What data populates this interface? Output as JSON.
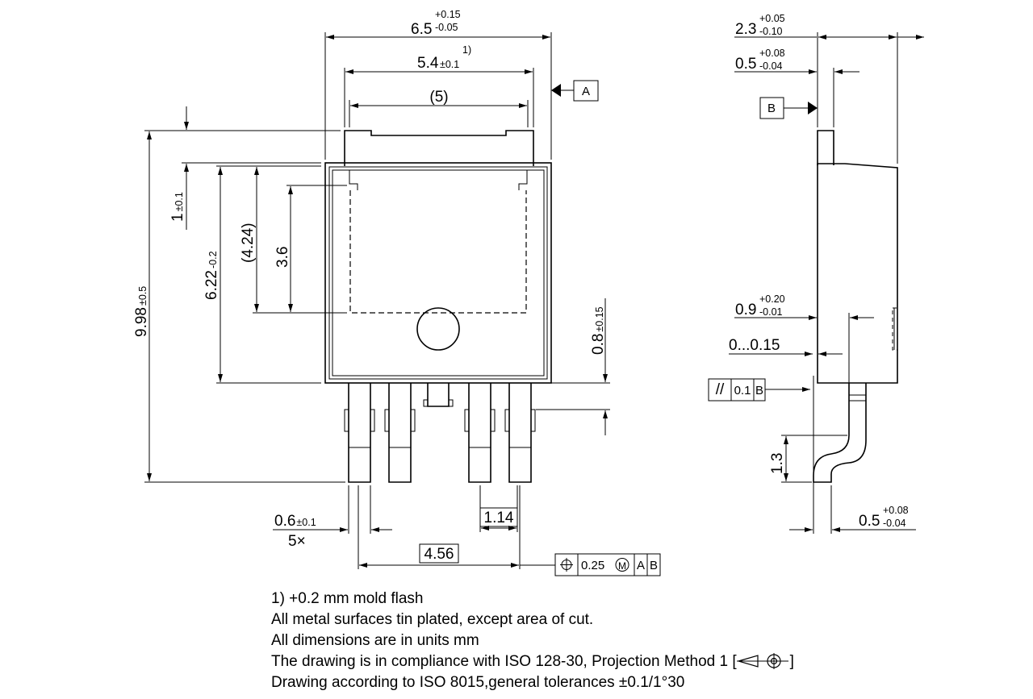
{
  "dimensions": {
    "width_nominal": "6.5",
    "width_tol_plus": "+0.15",
    "width_tol_minus": "-0.05",
    "body_width": "5.4",
    "body_width_tol": "±0.1",
    "body_width_note": "1)",
    "tab_width": "(5)",
    "depth_nominal": "2.3",
    "depth_tol_plus": "+0.05",
    "depth_tol_minus": "-0.10",
    "tab_thickness": "0.5",
    "tab_thickness_tol_plus": "+0.08",
    "tab_thickness_tol_minus": "-0.04",
    "tab_height": "1",
    "tab_height_tol": "±0.1",
    "body_height": "6.22",
    "body_height_tol": "-0.2",
    "pad_height": "(4.24)",
    "pad_inner_height": "3.6",
    "total_height": "9.98",
    "total_height_tol": "±0.5",
    "lead_offset": "0.8",
    "lead_offset_tol": "±0.15",
    "standoff": "0.9",
    "standoff_tol_plus": "+0.20",
    "standoff_tol_minus": "-0.01",
    "clearance": "0...0.15",
    "lead_length": "1.3",
    "lead_thickness": "0.5",
    "lead_thickness_tol_plus": "+0.08",
    "lead_thickness_tol_minus": "-0.04",
    "lead_width": "0.6",
    "lead_width_tol": "±0.1",
    "lead_count": "5×",
    "lead_pitch": "1.14",
    "lead_span": "4.56"
  },
  "datums": {
    "a": "A",
    "b": "B"
  },
  "tolerance_frames": {
    "parallelism": {
      "symbol": "//",
      "value": "0.1",
      "datum": "B"
    },
    "position": {
      "value": "0.25",
      "modifier": "M",
      "datum_1": "A",
      "datum_2": "B"
    }
  },
  "notes": {
    "line1": "1) +0.2 mm mold flash",
    "line2": "All metal surfaces tin plated, except area of cut.",
    "line3": "All dimensions are in units mm",
    "line4_prefix": "The drawing is in compliance with ISO 128-30, Projection Method 1 [",
    "line4_suffix": "]",
    "line5": "Drawing according to ISO 8015,general tolerances ±0.1/1°30"
  }
}
